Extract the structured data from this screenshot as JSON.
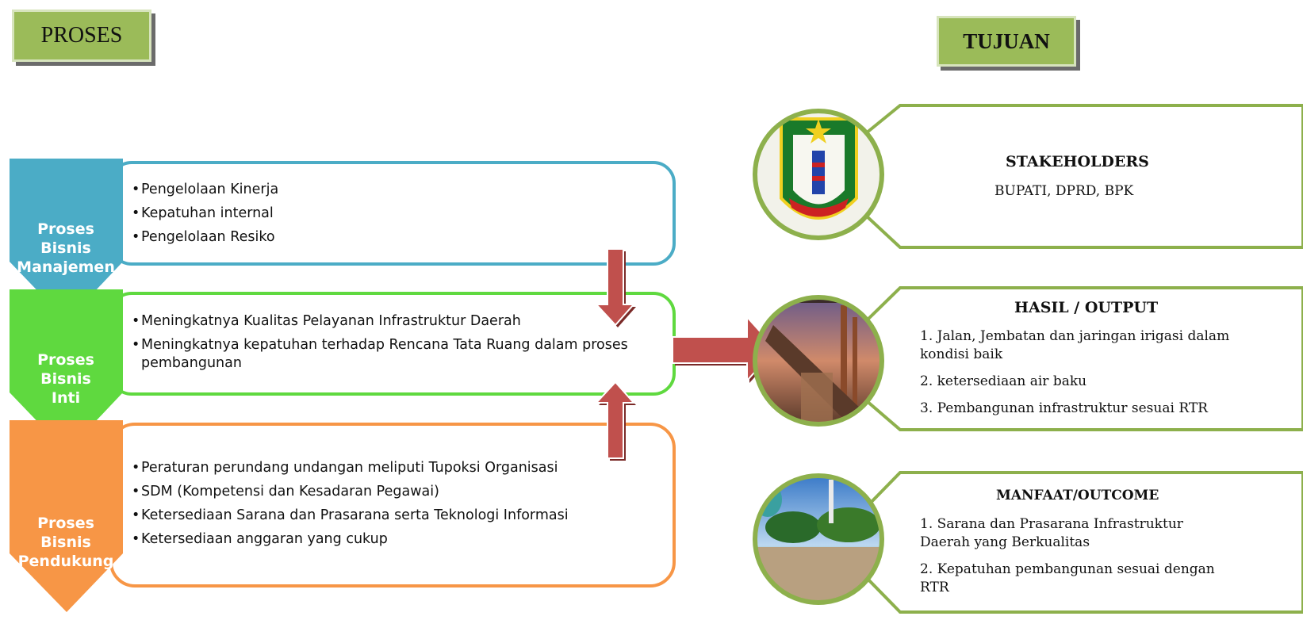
{
  "headers": {
    "proses": "PROSES",
    "tujuan": "TUJUAN"
  },
  "processes": [
    {
      "label_line1": "Proses Bisnis",
      "label_line2": "Manajemen",
      "items": [
        "Pengelolaan Kinerja",
        "Kepatuhan internal",
        "Pengelolaan Resiko"
      ],
      "color": "#4bacc6"
    },
    {
      "label_line1": "Proses Bisnis",
      "label_line2": "Inti",
      "items": [
        "Meningkatnya Kualitas Pelayanan Infrastruktur Daerah",
        "Meningkatnya kepatuhan terhadap Rencana Tata Ruang dalam  proses pembangunan"
      ],
      "color": "#5fd93f"
    },
    {
      "label_line1": "Proses Bisnis",
      "label_line2": "Pendukung",
      "items": [
        "Peraturan perundang undangan meliputi Tupoksi Organisasi",
        " SDM (Kompetensi dan Kesadaran Pegawai)",
        "Ketersediaan Sarana dan Prasarana serta Teknologi Informasi",
        "Ketersediaan anggaran yang cukup"
      ],
      "color": "#f79646"
    }
  ],
  "goals": [
    {
      "title": "STAKEHOLDERS",
      "lines": [
        "BUPATI, DPRD, BPK"
      ],
      "image": "regency-emblem"
    },
    {
      "title": "HASIL / OUTPUT",
      "lines": [
        "1. Jalan, Jembatan dan jaringan irigasi dalam kondisi baik",
        "2. ketersediaan air baku",
        "3. Pembangunan infrastruktur sesuai RTR"
      ],
      "image": "construction-photo"
    },
    {
      "title": "MANFAAT/OUTCOME",
      "lines": [
        "1. Sarana dan Prasarana Infrastruktur Daerah  yang Berkualitas",
        "2. Kepatuhan pembangunan sesuai dengan RTR"
      ],
      "image": "park-photo"
    }
  ],
  "colors": {
    "goal_border": "#8db04c",
    "arrow": "#c0504d",
    "header_fill": "#9bbb59"
  }
}
